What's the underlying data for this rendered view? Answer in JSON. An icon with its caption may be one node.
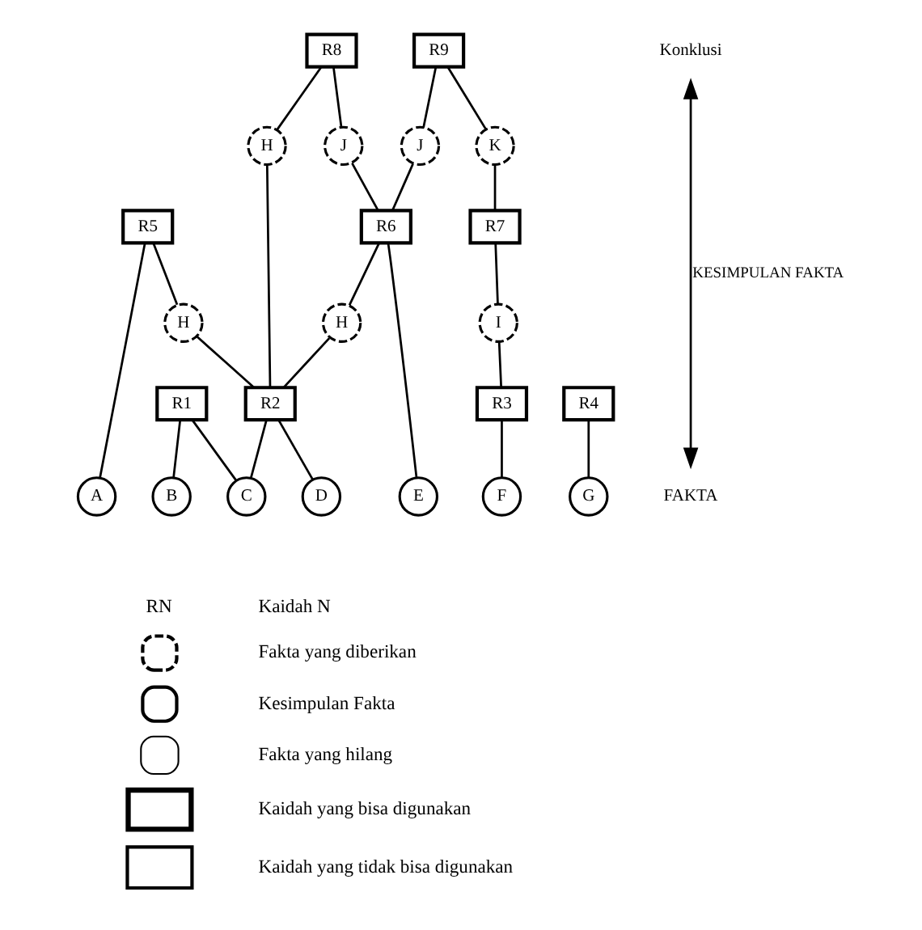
{
  "diagram": {
    "nodes": [
      {
        "text": [
          "R8"
        ]
      },
      {
        "text": [
          "R9"
        ]
      },
      {
        "text": [
          "H"
        ]
      },
      {
        "text": [
          "J"
        ]
      },
      {
        "text": [
          "J"
        ]
      },
      {
        "text": [
          "K"
        ]
      },
      {
        "text": [
          "R5"
        ]
      },
      {
        "text": [
          "R6"
        ]
      },
      {
        "text": [
          "R7"
        ]
      },
      {
        "text": [
          "H"
        ]
      },
      {
        "text": [
          "H"
        ]
      },
      {
        "text": [
          "I"
        ]
      },
      {
        "text": [
          "R1"
        ]
      },
      {
        "text": [
          "R2"
        ]
      },
      {
        "text": [
          "R3"
        ]
      },
      {
        "text": [
          "R4"
        ]
      },
      {
        "text": [
          "A"
        ]
      },
      {
        "text": [
          "B"
        ]
      },
      {
        "text": [
          "C"
        ]
      },
      {
        "text": [
          "D"
        ]
      },
      {
        "text": [
          "E"
        ]
      },
      {
        "text": [
          "F"
        ]
      },
      {
        "text": [
          "G"
        ]
      },
      {
        "text": [
          "Konklusi"
        ]
      },
      {
        "text": [
          "FAKTA"
        ]
      }
    ],
    "edges": [
      {
        "from": 0,
        "to": 2,
        "arrow": "none"
      },
      {
        "from": 0,
        "to": 3,
        "arrow": "none"
      },
      {
        "from": 1,
        "to": 4,
        "arrow": "none"
      },
      {
        "from": 1,
        "to": 5,
        "arrow": "none"
      },
      {
        "from": 3,
        "to": 7,
        "arrow": "none"
      },
      {
        "from": 4,
        "to": 7,
        "arrow": "none"
      },
      {
        "from": 5,
        "to": 8,
        "arrow": "none"
      },
      {
        "from": 6,
        "to": 16,
        "arrow": "none"
      },
      {
        "from": 6,
        "to": 9,
        "arrow": "none"
      },
      {
        "from": 7,
        "to": 10,
        "arrow": "none"
      },
      {
        "from": 7,
        "to": 20,
        "arrow": "none"
      },
      {
        "from": 8,
        "to": 11,
        "arrow": "none"
      },
      {
        "from": 2,
        "to": 13,
        "arrow": "none"
      },
      {
        "from": 9,
        "to": 13,
        "arrow": "none"
      },
      {
        "from": 10,
        "to": 13,
        "arrow": "none"
      },
      {
        "from": 11,
        "to": 14,
        "arrow": "none"
      },
      {
        "from": 12,
        "to": 17,
        "arrow": "none"
      },
      {
        "from": 12,
        "to": 18,
        "arrow": "none"
      },
      {
        "from": 13,
        "to": 18,
        "arrow": "none"
      },
      {
        "from": 13,
        "to": 19,
        "arrow": "none"
      },
      {
        "from": 14,
        "to": 21,
        "arrow": "none"
      },
      {
        "from": 15,
        "to": 22,
        "arrow": "none"
      },
      {
        "from": 23,
        "to": 24,
        "arrow": "both",
        "label": "KESIMPULAN FAKTA"
      }
    ],
    "labels": [
      "RN"
    ],
    "legend": [
      {
        "text": "Kaidah N"
      },
      {
        "text": "Fakta yang diberikan"
      },
      {
        "text": "Kesimpulan Fakta"
      },
      {
        "text": "Fakta yang hilang"
      },
      {
        "text": "Kaidah yang bisa digunakan"
      },
      {
        "text": "Kaidah yang tidak bisa digunakan"
      }
    ]
  }
}
